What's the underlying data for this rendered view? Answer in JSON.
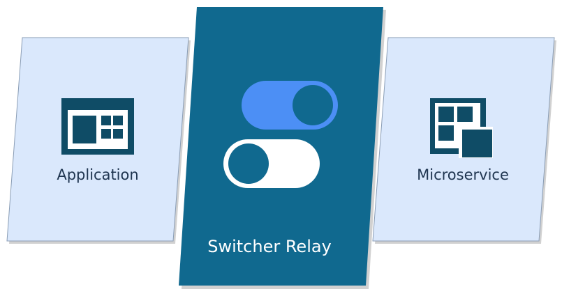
{
  "left_card": {
    "label": "Application",
    "icon": "application-window-icon"
  },
  "center_card": {
    "label": "Switcher Relay",
    "icon": "toggle-switches-icon"
  },
  "right_card": {
    "label": "Microservice",
    "icon": "microservice-grid-icon"
  },
  "colors": {
    "side_fill": "#dae8fc",
    "center_fill": "#10698f",
    "icon_dark": "#0f4c66",
    "toggle_blue": "#4c8ff5",
    "white": "#ffffff"
  }
}
